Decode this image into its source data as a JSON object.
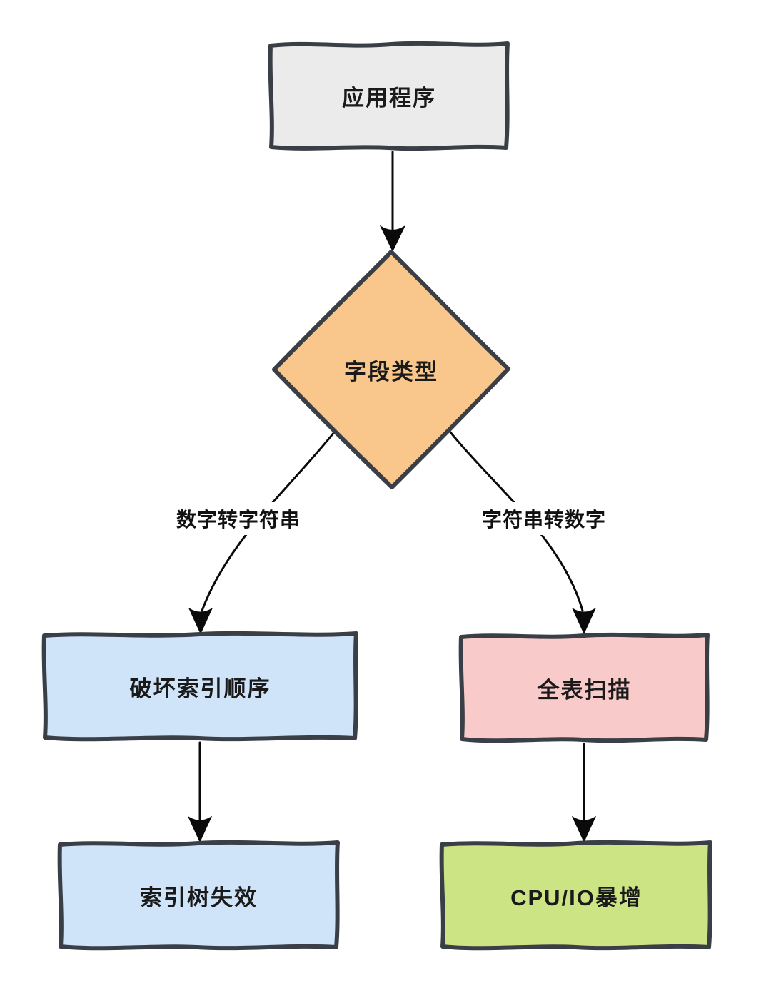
{
  "diagram": {
    "background_color": "#ffffff",
    "border_color": "#3a3e46",
    "arrow_color": "#0a0a0a",
    "text_color": "#1a1a1a",
    "nodes": [
      {
        "id": "application",
        "label": "应用程序",
        "shape": "rectangle",
        "fill": "#ebebeb"
      },
      {
        "id": "field-type",
        "label": "字段类型",
        "shape": "diamond",
        "fill": "#f9c78b"
      },
      {
        "id": "break-index-order",
        "label": "破坏索引顺序",
        "shape": "rectangle",
        "fill": "#cfe3f9"
      },
      {
        "id": "full-table-scan",
        "label": "全表扫描",
        "shape": "rectangle",
        "fill": "#f9caca"
      },
      {
        "id": "index-tree-fail",
        "label": "索引树失效",
        "shape": "rectangle",
        "fill": "#cfe3f9"
      },
      {
        "id": "cpu-io-surge",
        "label": "CPU/IO暴增",
        "shape": "rectangle",
        "fill": "#cce483"
      }
    ],
    "edges": [
      {
        "from": "application",
        "to": "field-type",
        "label": ""
      },
      {
        "from": "field-type",
        "to": "break-index-order",
        "label": "数字转字符串"
      },
      {
        "from": "field-type",
        "to": "full-table-scan",
        "label": "字符串转数字"
      },
      {
        "from": "break-index-order",
        "to": "index-tree-fail",
        "label": ""
      },
      {
        "from": "full-table-scan",
        "to": "cpu-io-surge",
        "label": ""
      }
    ]
  }
}
